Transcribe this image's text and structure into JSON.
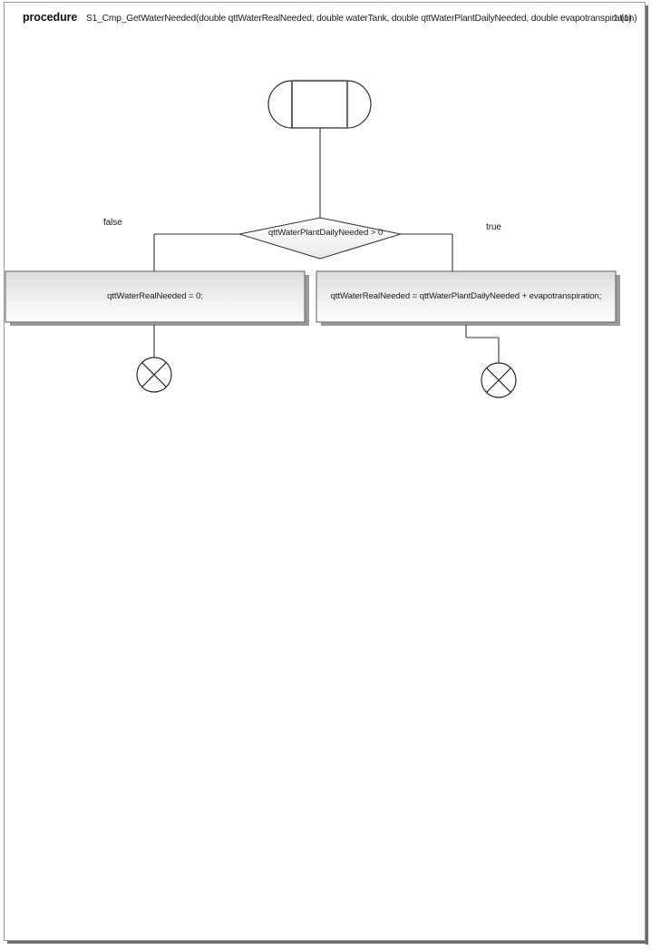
{
  "page": {
    "number_label": "1 (1)",
    "background_color": "#ffffff",
    "frame_color": "#9a9a9a",
    "shadow_color": "#6e6e6e"
  },
  "header": {
    "keyword": "procedure",
    "signature": "S1_Cmp_GetWaterNeeded(double qttWaterRealNeeded, double waterTank, double qttWaterPlantDailyNeeded, double evapotranspiration)"
  },
  "diagram": {
    "type": "nassi-shneiderman-flowchart",
    "stroke_color": "#333333",
    "node_fill_top": "#dcdcdc",
    "node_fill_bottom": "#fdfdfd",
    "node_border_color": "#6b6b6b",
    "start_node": {
      "name": "start-terminator",
      "shape": "stadium-with-bars",
      "label": ""
    },
    "decision": {
      "name": "decision-diamond",
      "condition": "qttWaterPlantDailyNeeded > 0",
      "false_label": "false",
      "true_label": "true"
    },
    "statements": [
      {
        "name": "statement-false-branch",
        "text": "qttWaterRealNeeded = 0;"
      },
      {
        "name": "statement-true-branch",
        "text": "qttWaterRealNeeded = qttWaterPlantDailyNeeded + evapotranspiration;"
      }
    ],
    "end_nodes": [
      {
        "name": "end-terminator-false",
        "shape": "circle-with-x"
      },
      {
        "name": "end-terminator-true",
        "shape": "circle-with-x"
      }
    ]
  }
}
